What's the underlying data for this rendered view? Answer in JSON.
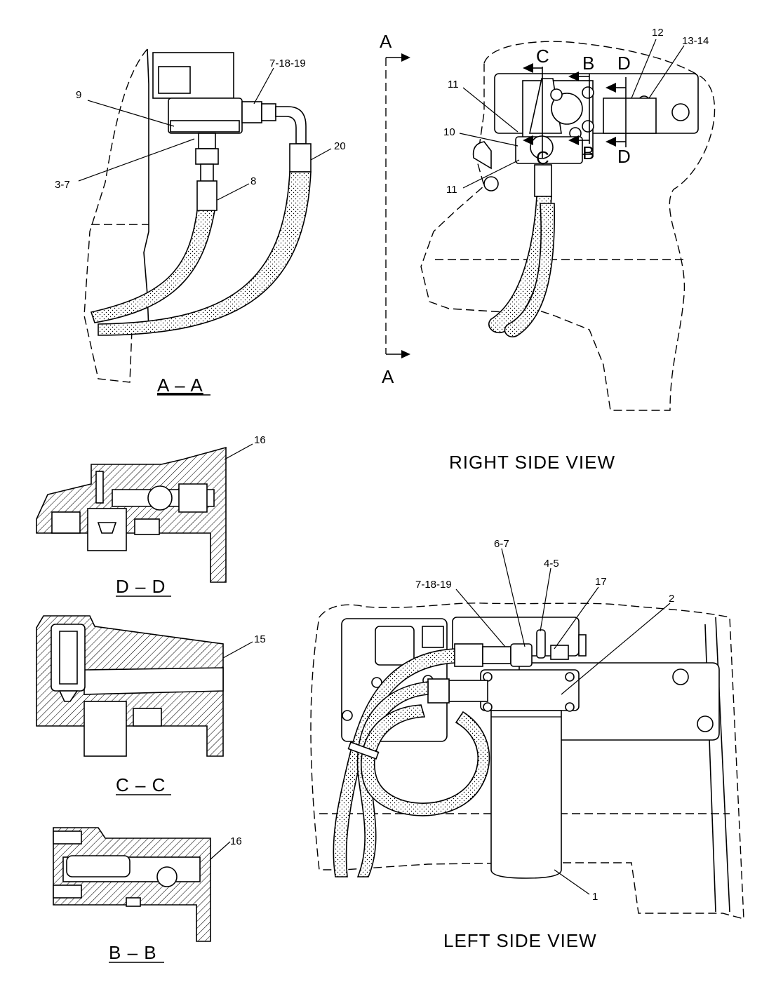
{
  "callouts_aa": {
    "c9": "9",
    "c3_7": "3-7",
    "c7_18_19": "7-18-19",
    "c8": "8",
    "c20": "20"
  },
  "callouts_right": {
    "c12": "12",
    "c13_14": "13-14",
    "c11_top": "11",
    "c10": "10",
    "c11_bottom": "11"
  },
  "section_marks": {
    "a_top": "A",
    "a_bottom": "A",
    "c_top": "C",
    "c_bottom": "C",
    "b_top": "B",
    "b_bottom": "B",
    "d_top": "D",
    "d_bottom": "D"
  },
  "callouts_sections": {
    "c16_dd": "16",
    "c15_cc": "15",
    "c16_bb": "16"
  },
  "callouts_left": {
    "c6_7": "6-7",
    "c7_18_19": "7-18-19",
    "c4_5": "4-5",
    "c17": "17",
    "c2": "2",
    "c1": "1"
  },
  "captions": {
    "section_aa": "A – A",
    "right_side_view": "RIGHT  SIDE  VIEW",
    "section_dd": "D – D",
    "section_cc": "C – C",
    "section_bb": "B – B",
    "left_side_view": "LEFT  SIDE  VIEW"
  }
}
